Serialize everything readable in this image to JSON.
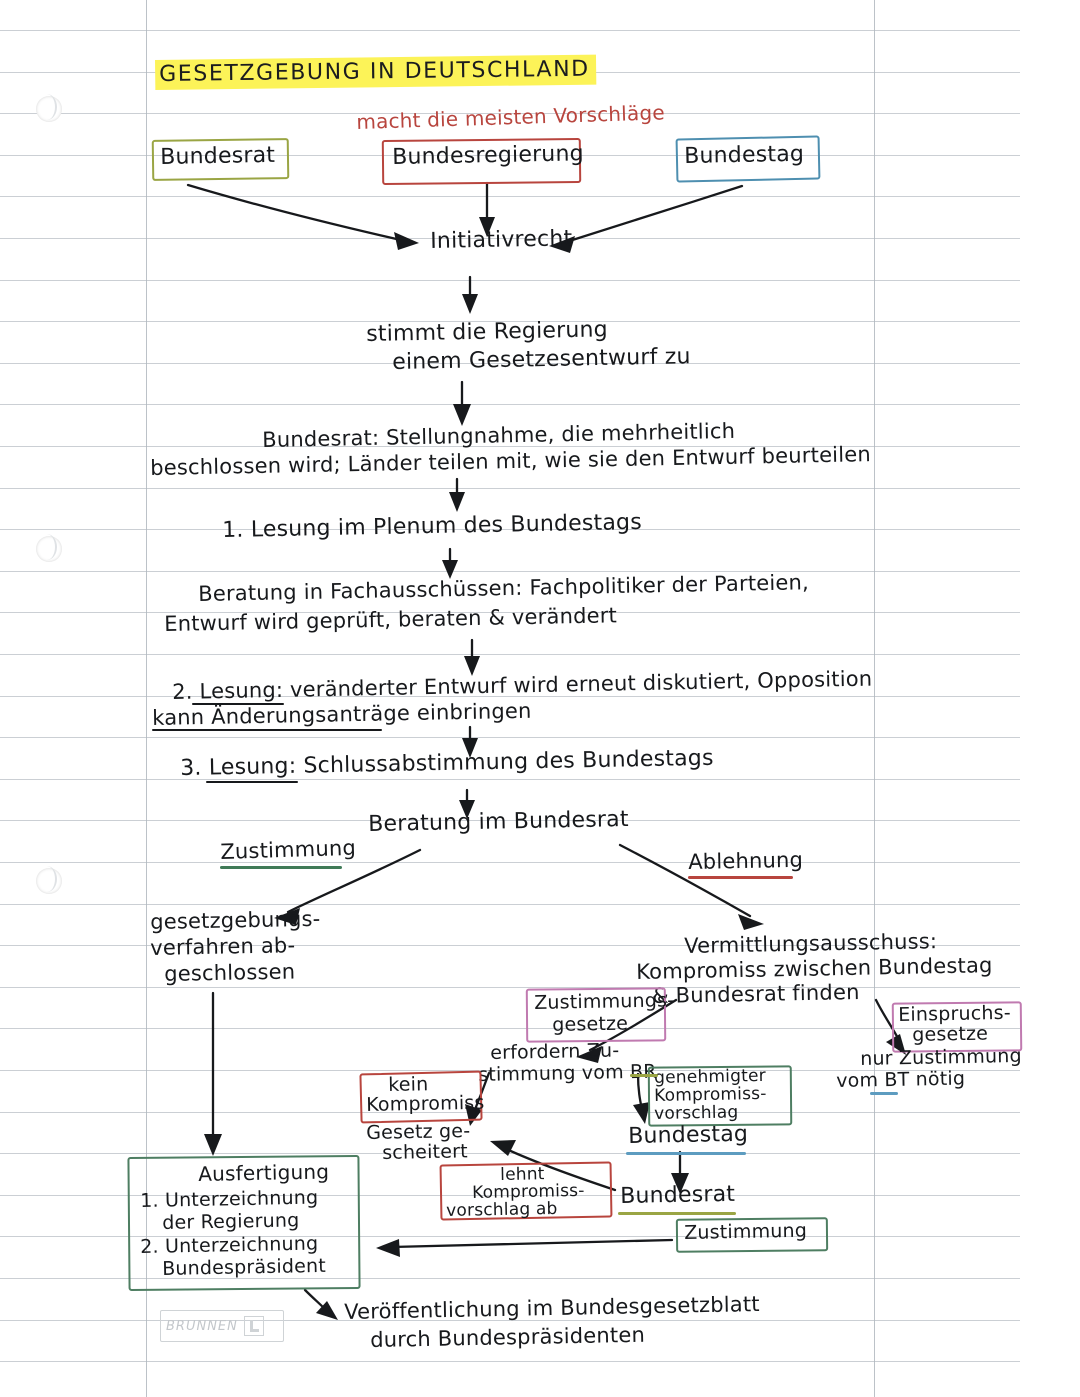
{
  "document": {
    "title": "GESETZGEBUNG IN DEUTSCHLAND",
    "paper_brand": "BRUNNEN"
  },
  "annotations": {
    "vorschlaege": "macht die meisten Vorschläge"
  },
  "nodes": {
    "bundesrat_top": "Bundesrat",
    "bundesregierung": "Bundesregierung",
    "bundestag_top": "Bundestag",
    "initiativrecht": "Initiativrecht",
    "zustimmung_regierung_l1": "stimmt die Regierung",
    "zustimmung_regierung_l2": "einem Gesetzesentwurf zu",
    "stellungnahme_l1": "Bundesrat: Stellungnahme, die mehrheitlich",
    "stellungnahme_l2": "beschlossen wird; Länder teilen mit, wie sie den Entwurf beurteilen",
    "lesung1": "1. Lesung im Plenum des Bundestags",
    "fachausschuesse_l1": "Beratung in Fachausschüssen: Fachpolitiker der Parteien,",
    "fachausschuesse_l2": "Entwurf wird geprüft, beraten & verändert",
    "lesung2_l1": "2. Lesung: veränderter Entwurf wird erneut diskutiert, Opposition",
    "lesung2_l2": "kann Änderungsanträge einbringen",
    "lesung3": "3. Lesung: Schlussabstimmung des Bundestags",
    "beratung_bundesrat": "Beratung im Bundesrat",
    "zustimmung_branch": "Zustimmung",
    "ablehnung_branch": "Ablehnung",
    "verfahren_abgeschlossen_l1": "gesetzgebungs-",
    "verfahren_abgeschlossen_l2": "verfahren ab-",
    "verfahren_abgeschlossen_l3": "geschlossen",
    "vermittlungsausschuss_l1": "Vermittlungsausschuss:",
    "vermittlungsausschuss_l2": "Kompromiss zwischen Bundestag",
    "vermittlungsausschuss_l3": "& Bundesrat finden",
    "zustimmungsgesetze_l1": "Zustimmungs-",
    "zustimmungsgesetze_l2": "gesetze",
    "zustimmungsgesetze_note_l1": "erfordern Zu-",
    "zustimmungsgesetze_note_l2": "stimmung vom BR",
    "einspruchsgesetze_l1": "Einspruchs-",
    "einspruchsgesetze_l2": "gesetze",
    "einspruchsgesetze_note_l1": "nur Zustimmung",
    "einspruchsgesetze_note_l2": "vom BT nötig",
    "kein_kompromiss_l1": "kein",
    "kein_kompromiss_l2": "Kompromiss",
    "gesetz_gescheitert_l1": "Gesetz ge-",
    "gesetz_gescheitert_l2": "scheitert",
    "genehmigter_vorschlag_l1": "genehmigter",
    "genehmigter_vorschlag_l2": "Kompromiss-",
    "genehmigter_vorschlag_l3": "vorschlag",
    "bundestag_bottom": "Bundestag",
    "bundesrat_bottom": "Bundesrat",
    "zustimmung_bottom": "Zustimmung",
    "lehnt_ab_l1": "lehnt",
    "lehnt_ab_l2": "Kompromiss-",
    "lehnt_ab_l3": "vorschlag ab",
    "ausfertigung_title": "Ausfertigung",
    "ausfertigung_1a": "1. Unterzeichnung",
    "ausfertigung_1b": "der Regierung",
    "ausfertigung_2a": "2. Unterzeichnung",
    "ausfertigung_2b": "Bundespräsident",
    "veroeffentlichung_l1": "Veröffentlichung im Bundesgesetzblatt",
    "veroeffentlichung_l2": "durch Bundespräsidenten"
  },
  "colors": {
    "highlight_yellow": "#fcf358",
    "olive": "#9aa544",
    "red": "#b8453e",
    "blue": "#4e8fb0",
    "pink": "#c07ab0",
    "green": "#4e7e62",
    "underline_green": "#3f7a57",
    "ink_black": "#17191c",
    "rule_line": "#b9bfc6"
  }
}
